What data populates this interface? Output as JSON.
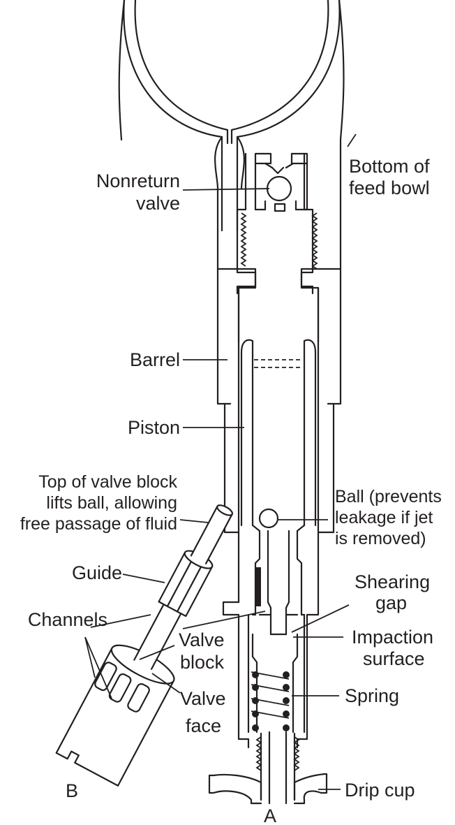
{
  "labels": {
    "nonreturn_valve": [
      "Nonreturn",
      "valve"
    ],
    "bottom_feed_bowl": [
      "Bottom of",
      "feed bowl"
    ],
    "barrel": "Barrel",
    "piston": "Piston",
    "top_valve_block": [
      "Top of valve block",
      "lifts ball, allowing",
      "free passage of fluid"
    ],
    "ball": [
      "Ball (prevents",
      "leakage if jet",
      "is removed)"
    ],
    "guide": "Guide",
    "channels": "Channels",
    "shearing_gap": [
      "Shearing",
      "gap"
    ],
    "valve_block": [
      "Valve",
      "block"
    ],
    "impaction_surface": [
      "Impaction",
      "surface"
    ],
    "valve_face": [
      "Valve",
      "face"
    ],
    "spring": "Spring",
    "drip_cup": "Drip cup",
    "panel_a": "A",
    "panel_b": "B"
  }
}
